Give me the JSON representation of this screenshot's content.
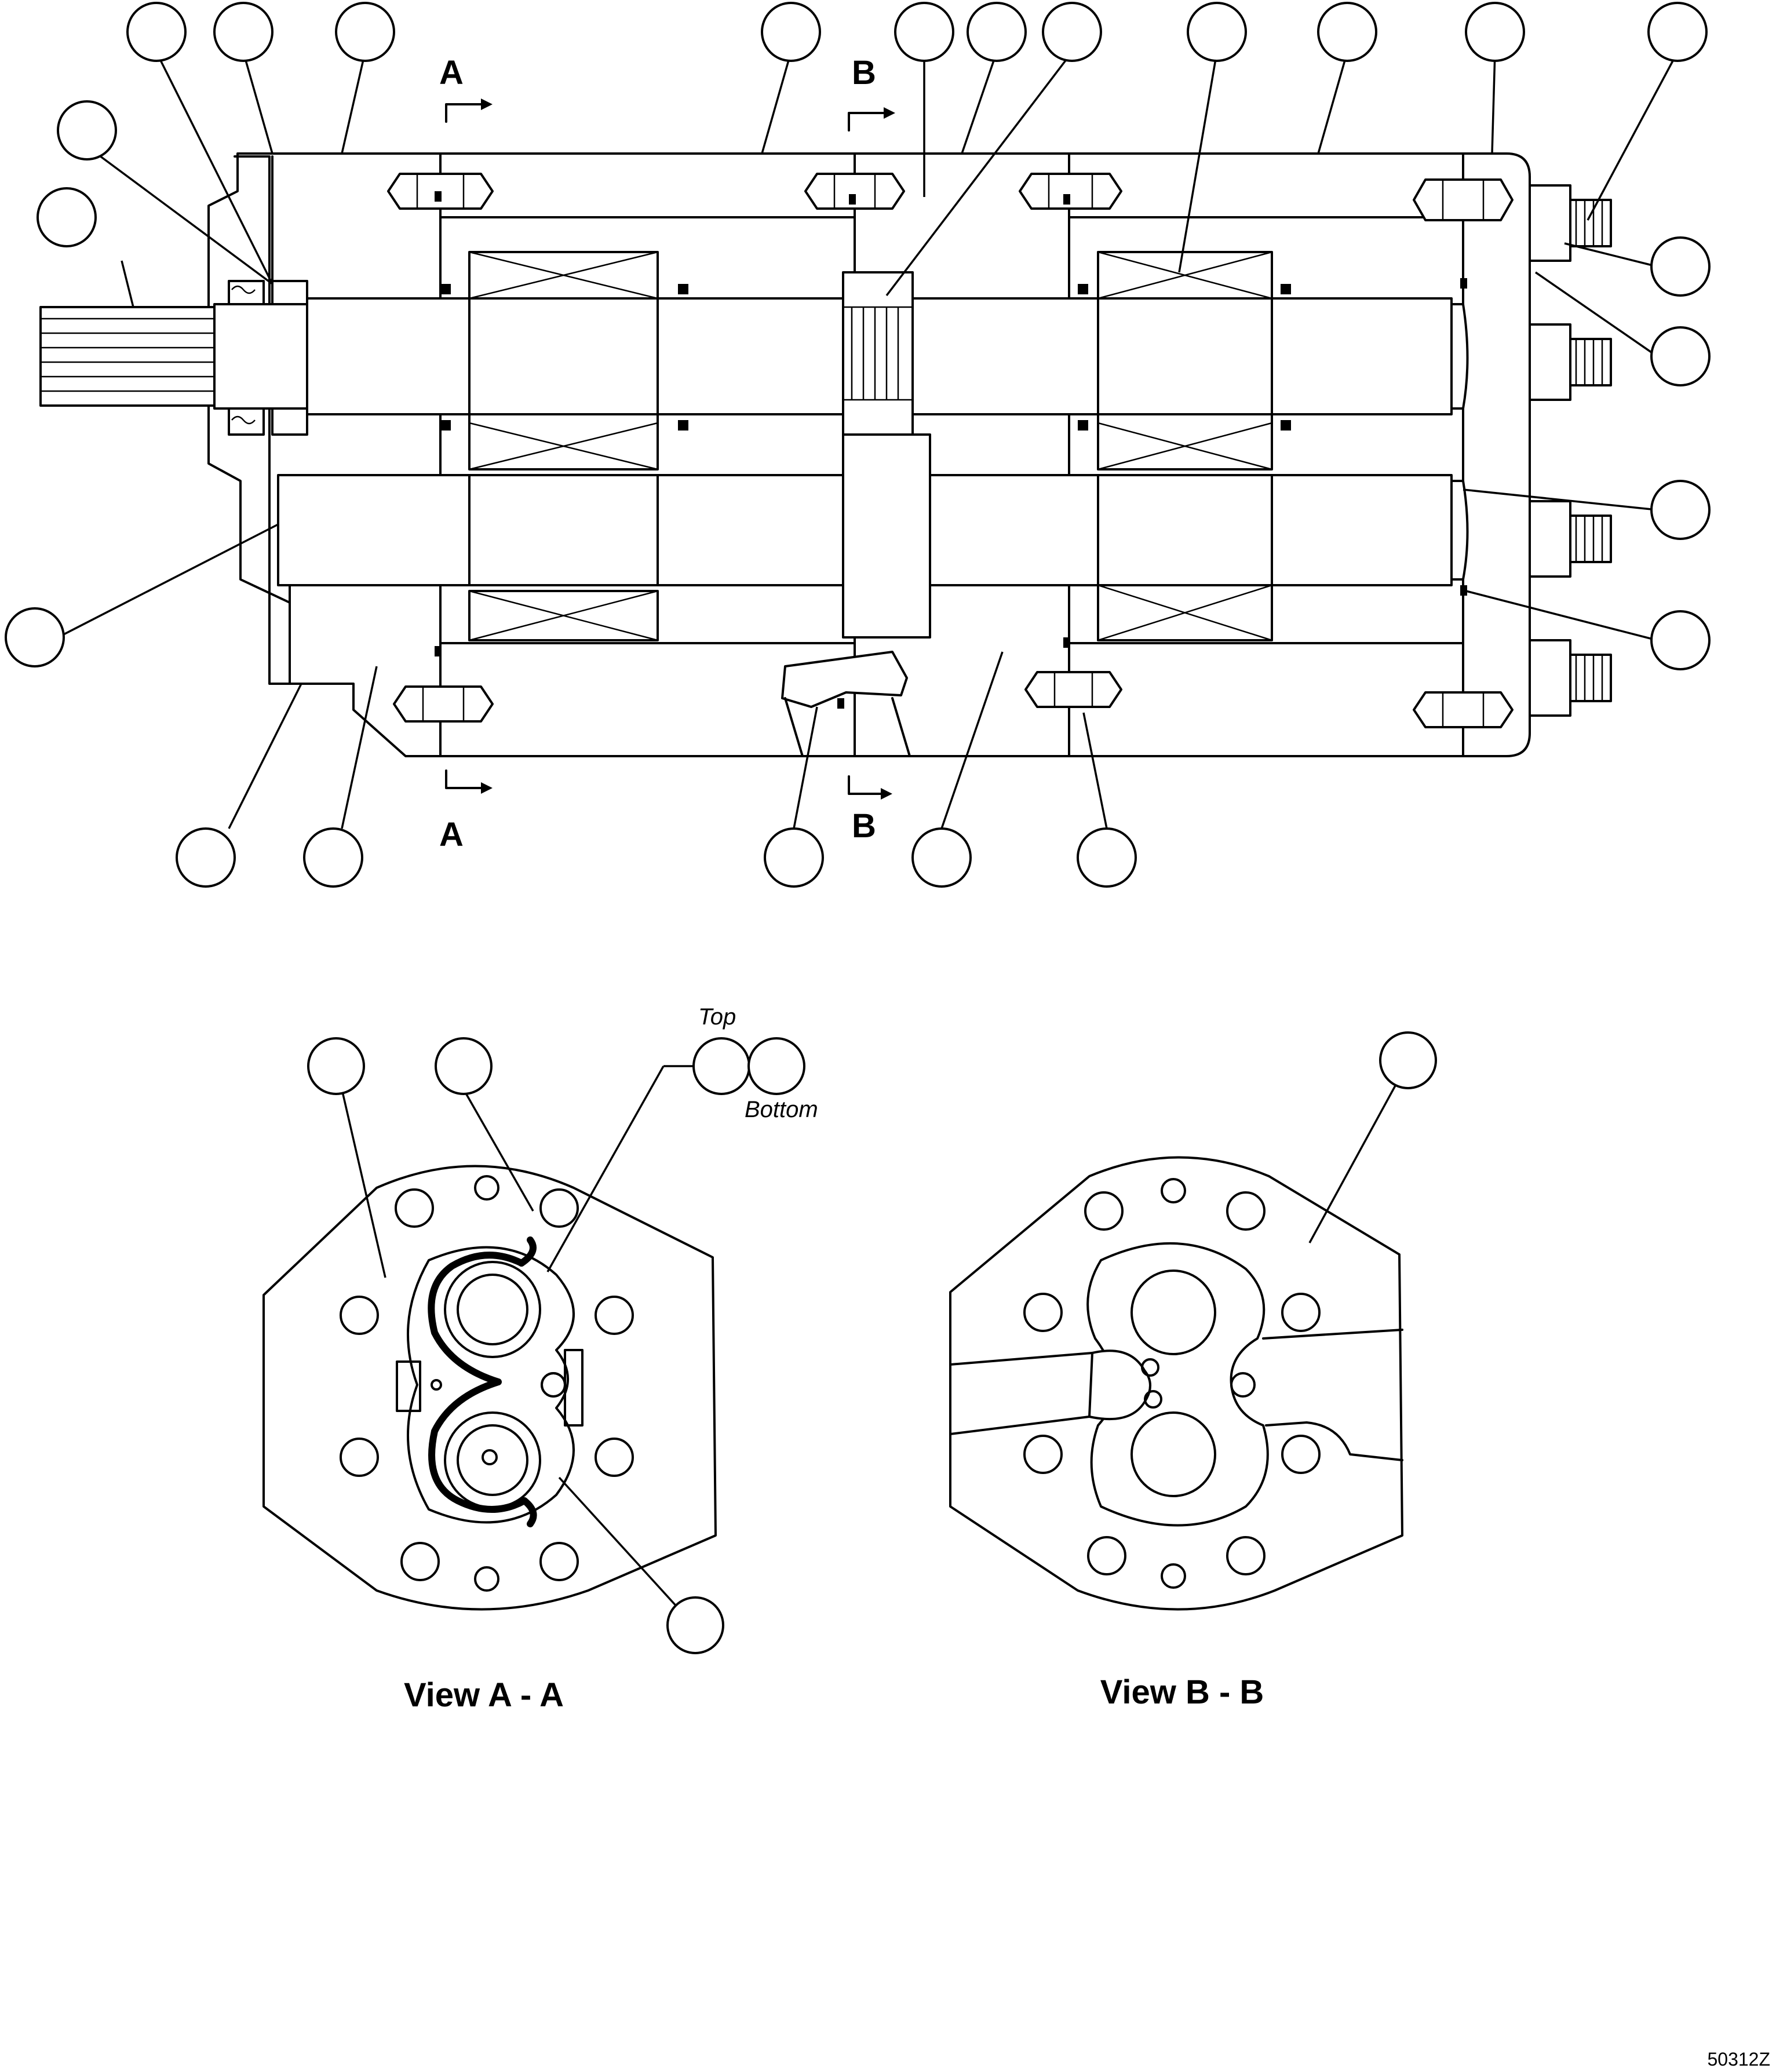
{
  "section_markers": {
    "a_top": "A",
    "a_bottom": "A",
    "b_top": "B",
    "b_bottom": "B"
  },
  "detail_labels": {
    "top": "Top",
    "bottom": "Bottom"
  },
  "views": {
    "view_a_title": "View A - A",
    "view_b_title": "View B - B"
  },
  "figure_code": "50312Z"
}
